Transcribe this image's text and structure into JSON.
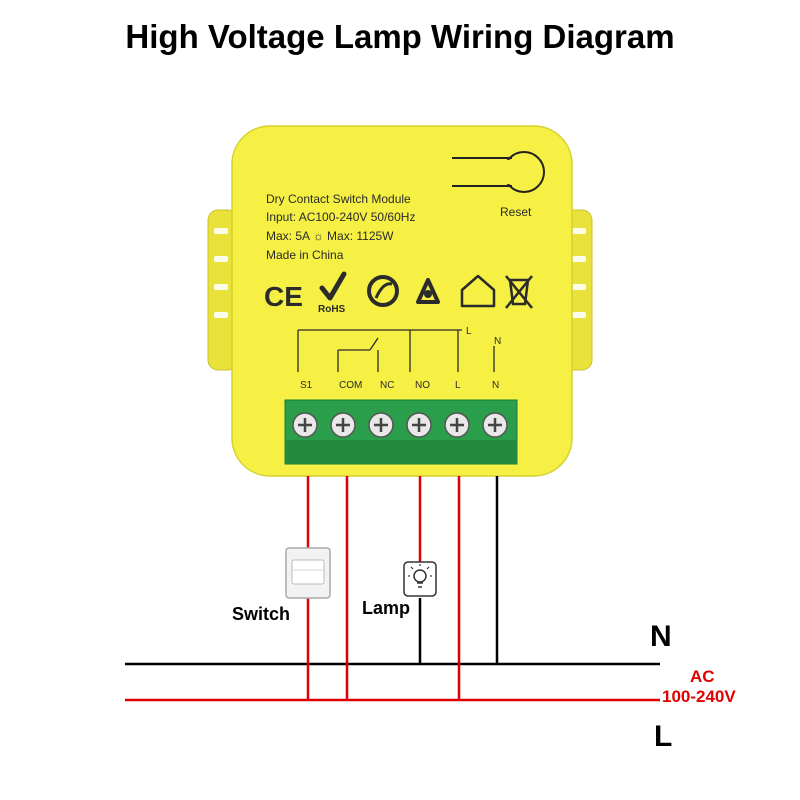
{
  "title": "High Voltage Lamp Wiring Diagram",
  "module": {
    "label_lines": [
      "Dry Contact Switch Module",
      "Input:  AC100-240V 50/60Hz",
      "Max: 5A ☼ Max: 1125W",
      "Made in China"
    ],
    "reset_label": "Reset",
    "cert_marks": [
      "CE",
      "RoHS"
    ],
    "schematic_labels": [
      "L",
      "N"
    ],
    "terminals": [
      "S1",
      "COM",
      "NC",
      "NO",
      "L",
      "N"
    ],
    "body_color": "#f5f043",
    "terminal_color": "#2a9e4a"
  },
  "components": {
    "switch_label": "Switch",
    "lamp_label": "Lamp"
  },
  "lines": {
    "neutral_label": "N",
    "live_label": "L",
    "ac_line1": "AC",
    "ac_line2": "100-240V",
    "live_color": "#e00000",
    "neutral_color": "#000000"
  }
}
